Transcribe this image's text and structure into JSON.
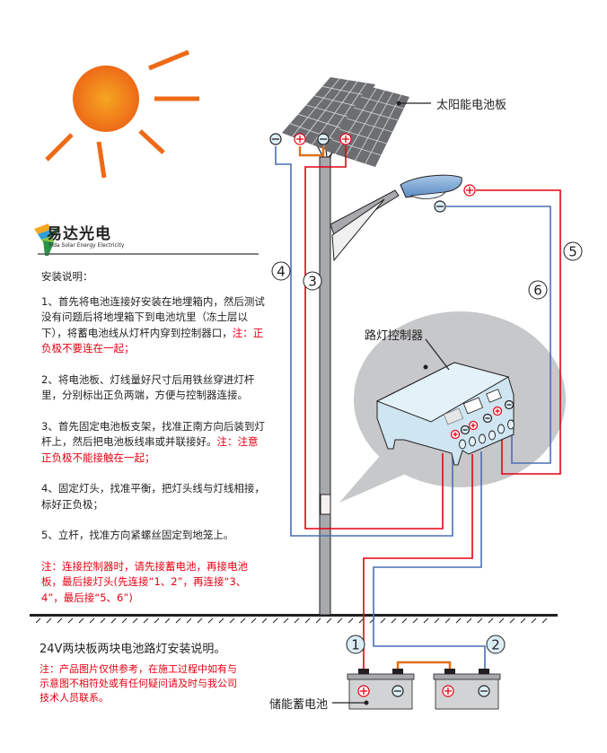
{
  "brand": {
    "name": "易达光电",
    "subtitle": "Yida Solar Energy Electricity"
  },
  "labels": {
    "solar_panel": "太阳能电池板",
    "controller": "路灯控制器",
    "battery": "储能蓄电池"
  },
  "wire_numbers": [
    "1",
    "2",
    "3",
    "4",
    "5",
    "6"
  ],
  "polarity": {
    "positive": "+",
    "negative": "−"
  },
  "instructions": {
    "heading": "安装说明：",
    "steps": [
      {
        "text": "1、首先将电池连接好安装在地埋箱内，然后测试没有问题后将地埋箱下到电池坑里（冻土层以下），将蓄电池线从灯杆内穿到控制器口，",
        "note": "注：正负极不要连在一起；"
      },
      {
        "text": "2、将电池板、灯线量好尺寸后用铁丝穿进灯杆里，分别标出正负两端，方便与控制器连接。",
        "note": ""
      },
      {
        "text": "3、首先固定电池板支架，找准正南方向后装到灯杆上，然后把电池板线串或并联接好。",
        "note": "注：注意正负极不能接触在一起；"
      },
      {
        "text": "4、固定灯头，找准平衡，把灯头线与灯线相接，标好正负极；",
        "note": ""
      },
      {
        "text": "5、立杆，找准方向紧螺丝固定到地笼上。",
        "note": ""
      }
    ],
    "final_note": "注：连接控制器时，请先接蓄电池，再接电池板，最后接灯头(先连接“1、2”，再连接“3、4”，最后接“5、6”)"
  },
  "footer": {
    "title": "24V两块板两块电池路灯安装说明。",
    "note": "注：产品图片仅供参考，在施工过程中如有与示意图不相符处或有任何疑问请及时与我公司技术人员联系。"
  },
  "colors": {
    "positive_wire": "#e60012",
    "negative_wire": "#4a6fb5",
    "bridge_wire": "#e0701a",
    "sun": "#f07d1a",
    "pole": "#a7a9ac",
    "panel": "#6d6e71",
    "controller_body": "#cfe6f2",
    "bubble": "#c7c8ca",
    "battery": "#d1d3d4"
  }
}
